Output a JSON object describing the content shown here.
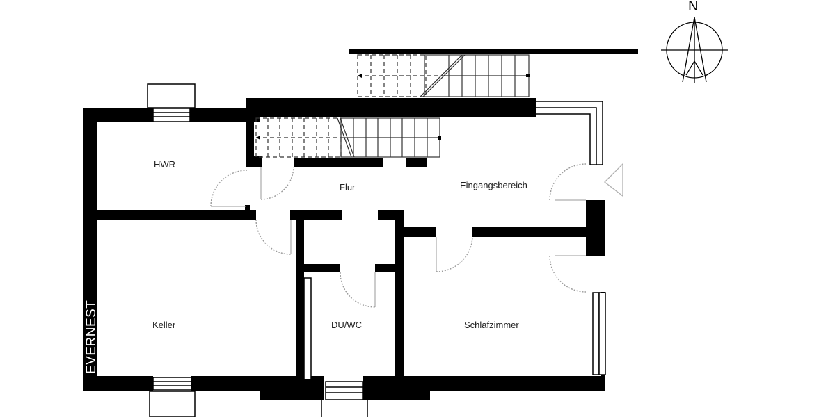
{
  "plan": {
    "rooms": [
      {
        "id": "hwr",
        "label": "HWR"
      },
      {
        "id": "flur",
        "label": "Flur"
      },
      {
        "id": "eingangsbereich",
        "label": "Eingangsbereich"
      },
      {
        "id": "keller",
        "label": "Keller"
      },
      {
        "id": "du_wc",
        "label": "DU/WC"
      },
      {
        "id": "schlafzimmer",
        "label": "Schlafzimmer"
      }
    ],
    "brand": "EVERNEST",
    "north_label": "N",
    "colors": {
      "wall": "#000000",
      "background": "#ffffff",
      "door_swing": "#9a9a9a",
      "text": "#222222"
    }
  }
}
